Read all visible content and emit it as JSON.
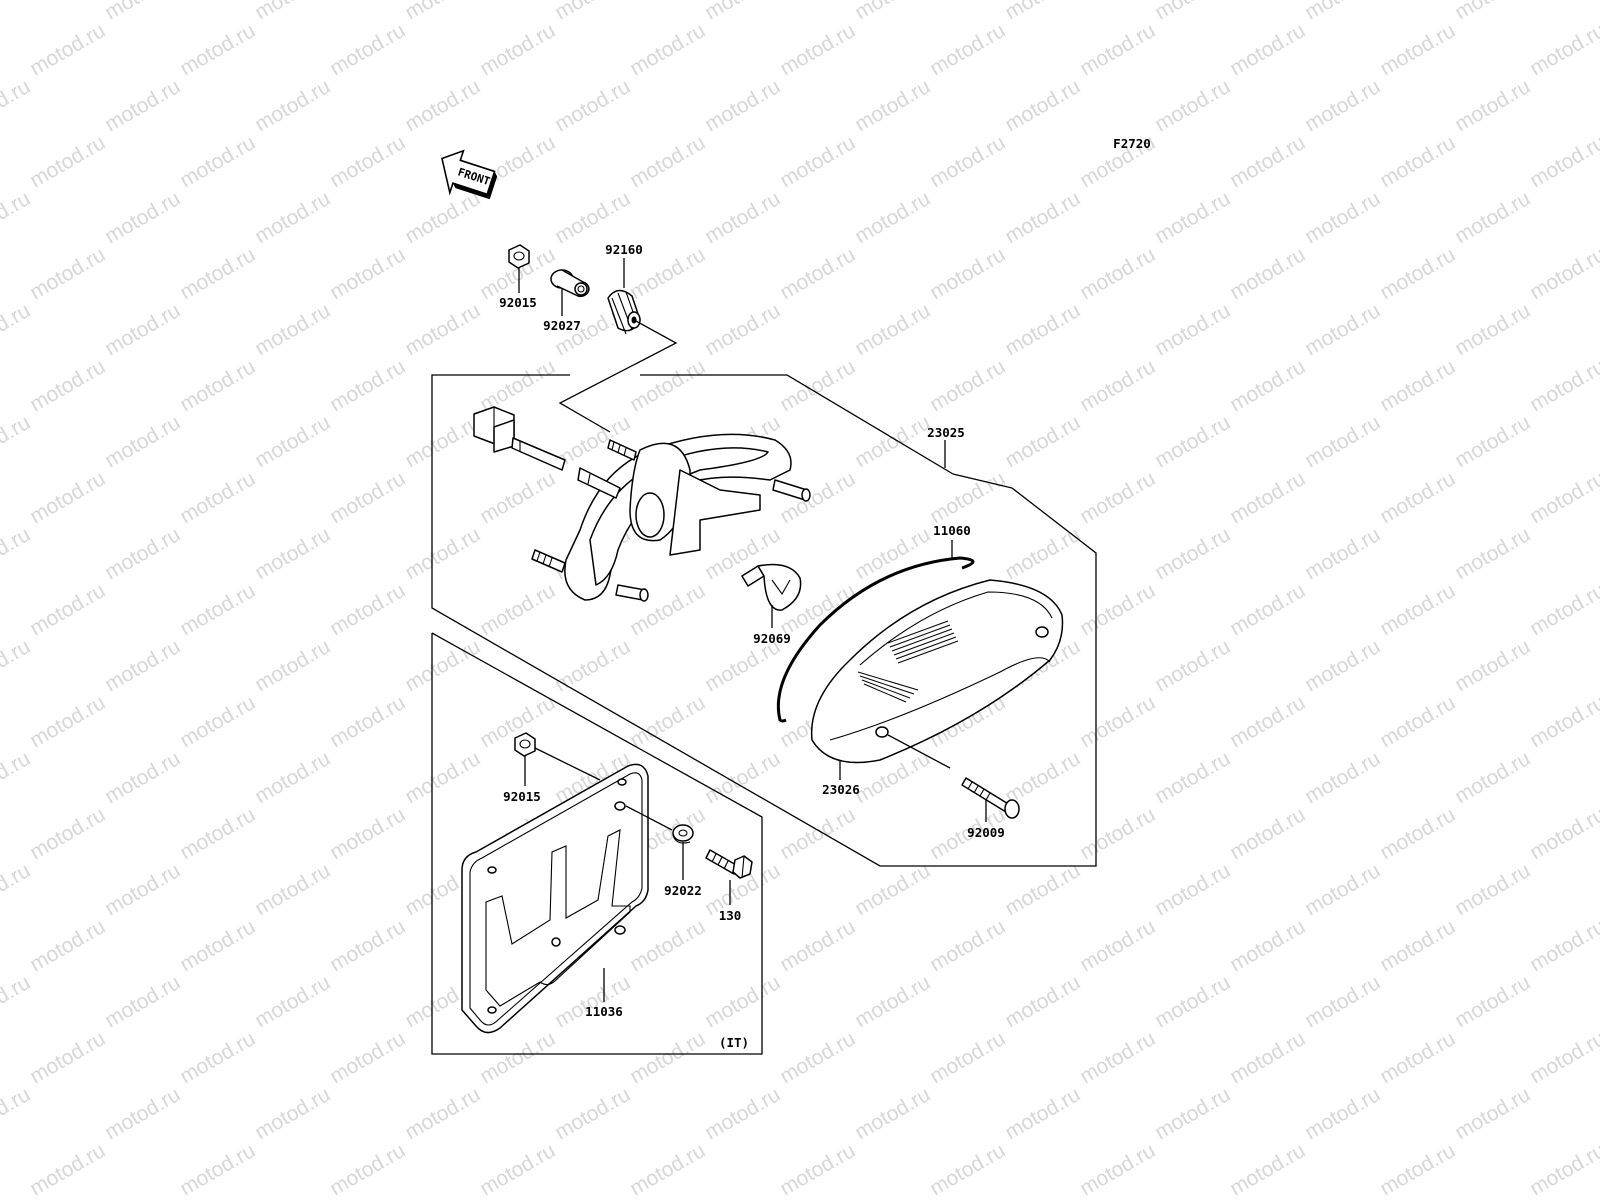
{
  "watermark": {
    "text": "motod.ru",
    "color": "#d7d7d7"
  },
  "figure_code": "F2720",
  "direction_arrow": {
    "label": "FRONT"
  },
  "region_note": "(IT)",
  "callouts": {
    "nut_top": "92015",
    "collar": "92027",
    "grommet": "92160",
    "lamp_assembly": "23025",
    "gasket": "11060",
    "bulb": "92069",
    "lens": "23026",
    "screw_lens": "92009",
    "nut_plate": "92015",
    "washer": "92022",
    "bolt": "130",
    "license_bracket": "11036"
  }
}
